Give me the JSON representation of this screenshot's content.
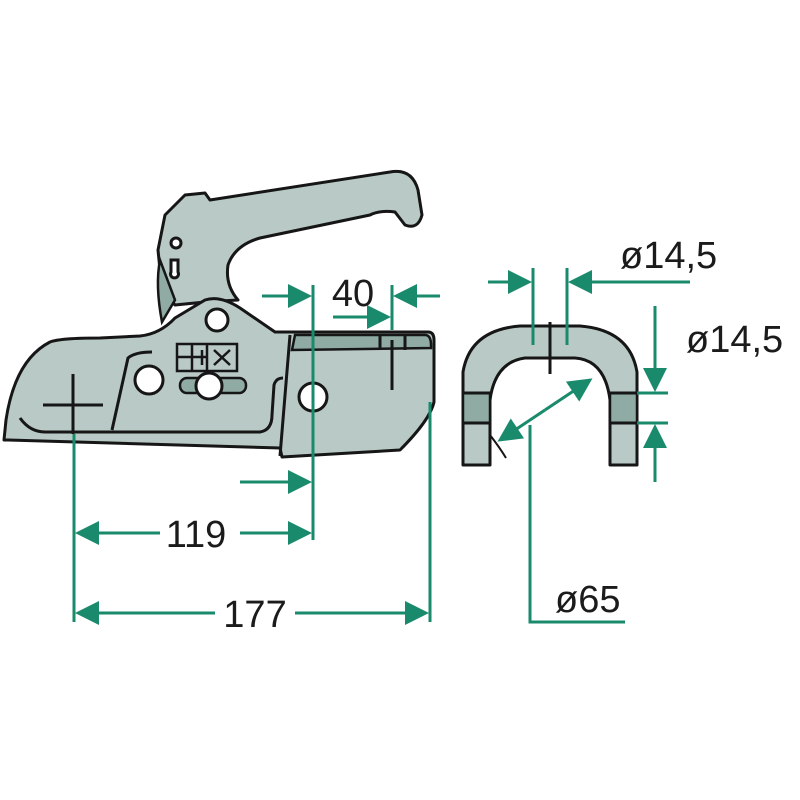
{
  "dimensions": {
    "length_total": "177",
    "length_to_hole": "119",
    "hole_spacing": "40",
    "hole_diameter_top": "ø14,5",
    "hole_diameter_side": "ø14,5",
    "tube_diameter": "ø65"
  },
  "colors": {
    "part_fill": "#b9c9c5",
    "part_dark": "#8faba4",
    "dimension_line": "#1a8a6c"
  }
}
